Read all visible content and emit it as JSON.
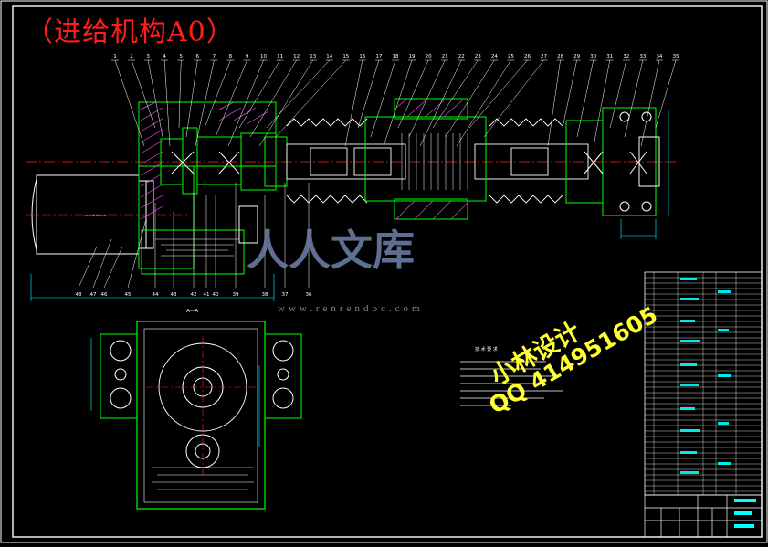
{
  "title": "（进给机构A0）",
  "watermark": {
    "logo_text": "人人文库",
    "site": "www.renrendoc.com"
  },
  "promo": {
    "line1": "小林设计",
    "line2": "QQ 414951605"
  },
  "colors": {
    "background": "#000000",
    "frame": "#ffffff",
    "part_outline": "#00ff00",
    "hatch": "#ff44ff",
    "dimension": "#00ffff",
    "center_line": "#ff2020",
    "title": "#ff1e1e",
    "promo": "#ffff33"
  },
  "top_balloons": [
    "1",
    "2",
    "3",
    "4",
    "5",
    "6",
    "7",
    "8",
    "9",
    "10",
    "11",
    "12",
    "13",
    "14",
    "15",
    "16",
    "17",
    "18",
    "19",
    "20",
    "21",
    "22",
    "23",
    "24",
    "25",
    "26",
    "27",
    "28",
    "29",
    "30",
    "31",
    "32",
    "33",
    "34",
    "35"
  ],
  "bottom_balloons": [
    "48",
    "47",
    "46",
    "45",
    "44",
    "43",
    "42",
    "41",
    "40",
    "39",
    "38",
    "37",
    "36"
  ],
  "section_label": "A—A"
}
